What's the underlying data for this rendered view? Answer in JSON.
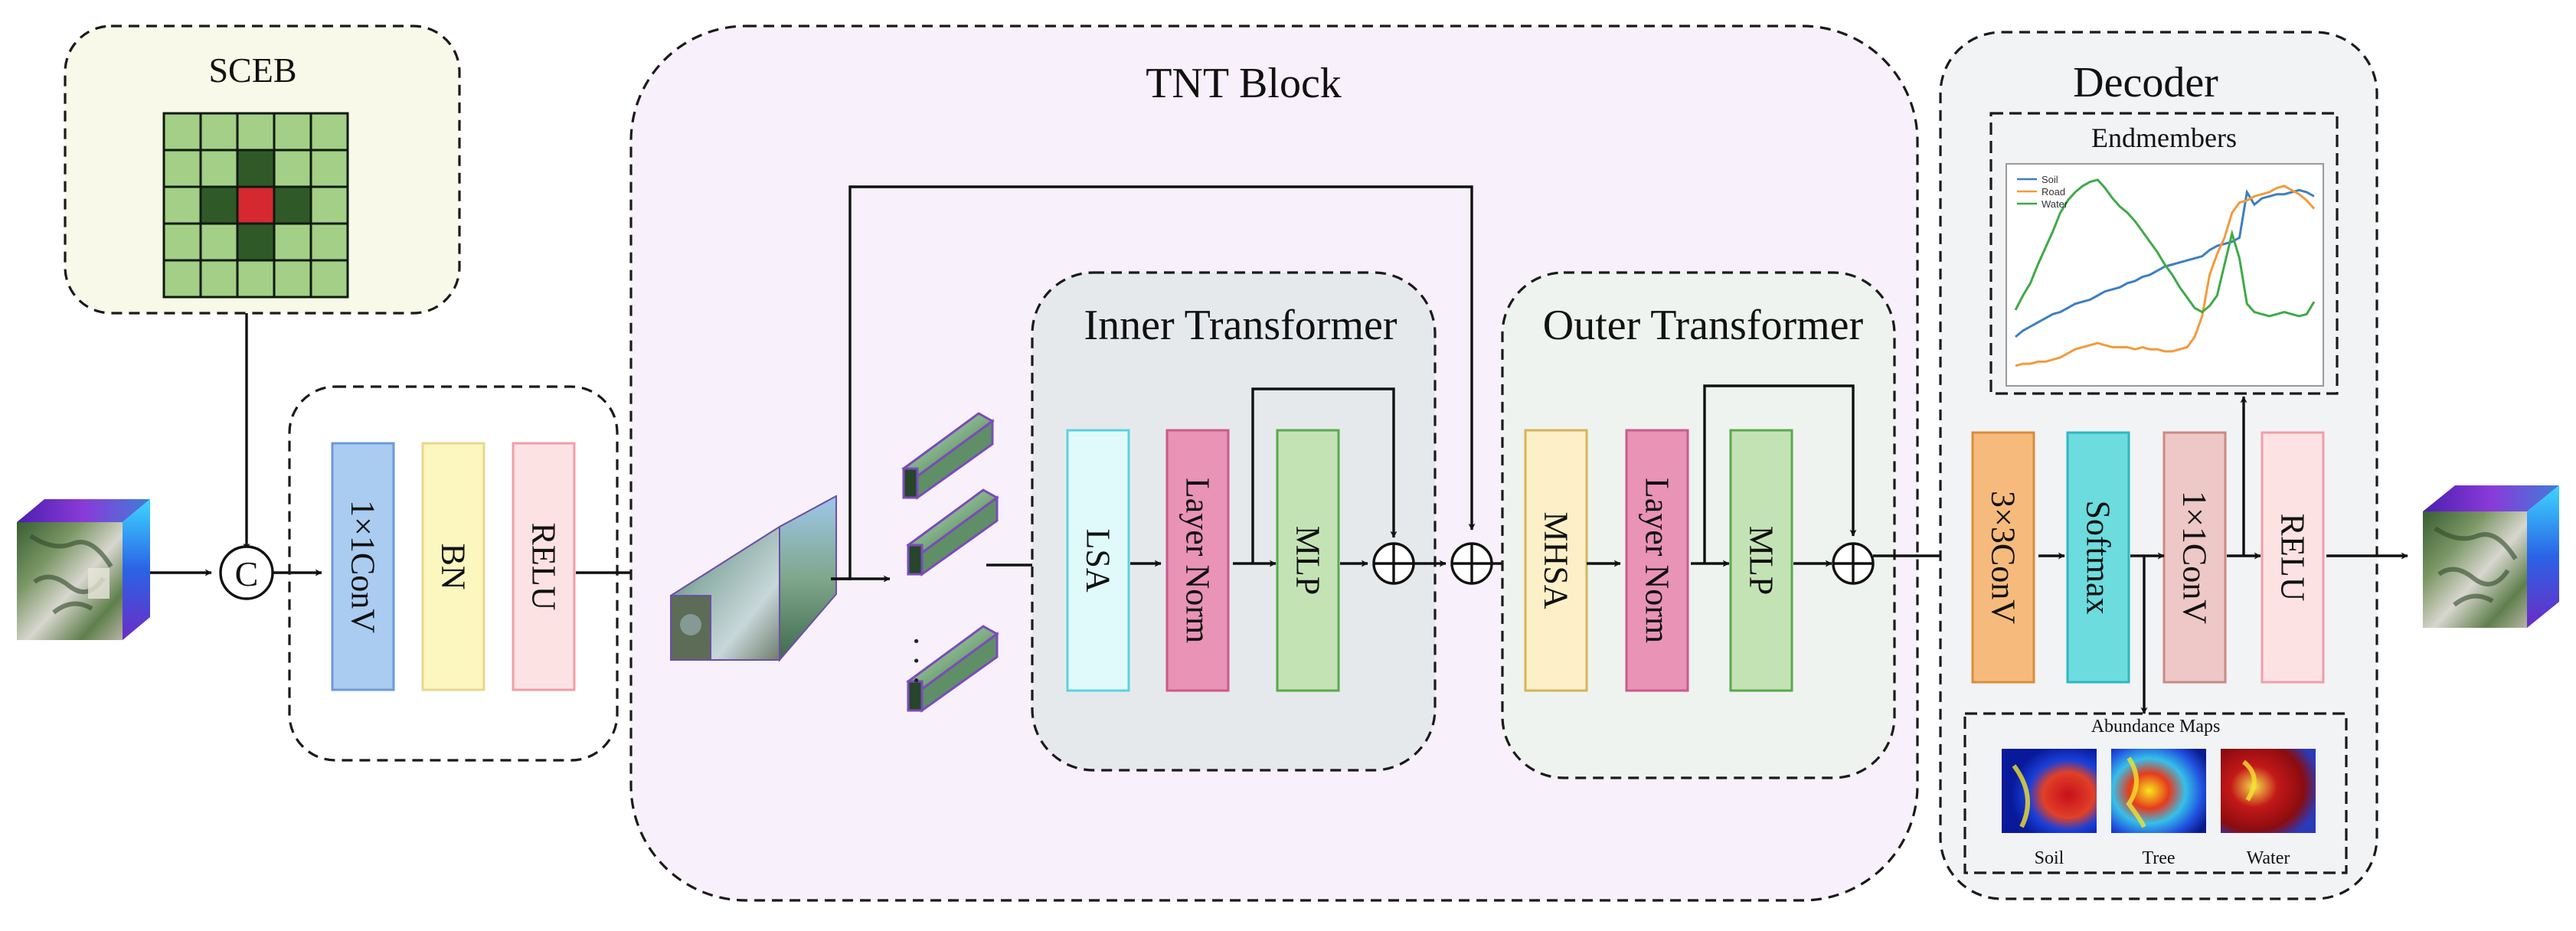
{
  "colors": {
    "sceb_bg": "#f8f9e8",
    "tnt_bg": "#f8f0fb",
    "decoder_bg": "#f2f3f5",
    "inner_bg": "#e6e9ec",
    "outer_bg": "#eef3ef",
    "conv_fill": "#a9ccf0",
    "conv_stroke": "#6d9ad8",
    "bn_fill": "#fcf6bf",
    "bn_stroke": "#e6d98c",
    "relu_fill": "#fde2e4",
    "relu_stroke": "#ef9fa8",
    "lsa_fill": "#e0fafb",
    "lsa_stroke": "#5bd2e0",
    "layernorm_fill": "#e993b6",
    "layernorm_stroke": "#cc5a8c",
    "mlp_fill": "#c4e3b5",
    "mlp_stroke": "#5aa94d",
    "mhsa_fill": "#fdf0c8",
    "mhsa_stroke": "#d8b25a",
    "conv3_fill": "#f6bb7c",
    "conv3_stroke": "#d98c3b",
    "softmax_fill": "#6cdcdf",
    "softmax_stroke": "#2eb8c0",
    "conv1d_fill": "#edc8c6",
    "conv1d_stroke": "#c98a86",
    "grid_light": "#a3cf86",
    "grid_dark": "#2f5a28",
    "grid_center": "#d6282f",
    "series_soil": "#3d7fc1",
    "series_road": "#f39a3c",
    "series_water": "#3faa48"
  },
  "sceb": {
    "title": "SCEB",
    "grid": [
      [
        0,
        0,
        0,
        0,
        0
      ],
      [
        0,
        0,
        1,
        0,
        0
      ],
      [
        0,
        1,
        2,
        1,
        0
      ],
      [
        0,
        0,
        1,
        0,
        0
      ],
      [
        0,
        0,
        0,
        0,
        0
      ]
    ]
  },
  "concat_symbol": "C",
  "stem_blocks": [
    {
      "key": "conv",
      "label": "1×1ConV"
    },
    {
      "key": "bn",
      "label": "BN"
    },
    {
      "key": "relu",
      "label": "RELU"
    }
  ],
  "tnt": {
    "title": "TNT Block",
    "patch_dots": "· · ·",
    "inner": {
      "title": "Inner Transformer",
      "blocks": [
        {
          "key": "lsa",
          "label": "LSA"
        },
        {
          "key": "layernorm",
          "label": "Layer Norm"
        },
        {
          "key": "mlp",
          "label": "MLP"
        }
      ]
    },
    "outer": {
      "title": "Outer Transformer",
      "blocks": [
        {
          "key": "mhsa",
          "label": "MHSA"
        },
        {
          "key": "layernorm",
          "label": "Layer Norm"
        },
        {
          "key": "mlp",
          "label": "MLP"
        }
      ]
    },
    "add_symbol": "+"
  },
  "decoder": {
    "title": "Decoder",
    "blocks": [
      {
        "key": "conv3",
        "label": "3×3ConV"
      },
      {
        "key": "softmax",
        "label": "Softmax"
      },
      {
        "key": "conv1d",
        "label": "1×1ConV"
      },
      {
        "key": "relu",
        "label": "RELU"
      }
    ],
    "endmembers": {
      "title": "Endmembers",
      "legend": [
        "Soil",
        "Road",
        "Water"
      ]
    },
    "abundance": {
      "title": "Abundance Maps",
      "maps": [
        "Soil",
        "Tree",
        "Water"
      ]
    }
  },
  "chart_data": {
    "type": "line",
    "title": "Endmembers",
    "xlabel": "",
    "ylabel": "",
    "x": [
      0,
      1,
      2,
      3,
      4,
      5,
      6,
      7,
      8,
      9,
      10,
      11,
      12,
      13,
      14,
      15,
      16,
      17,
      18,
      19,
      20,
      21,
      22,
      23,
      24,
      25,
      26,
      27,
      28,
      29,
      30,
      31,
      32,
      33,
      34,
      35,
      36,
      37,
      38,
      39,
      40
    ],
    "series": [
      {
        "name": "Soil",
        "values": [
          0.2,
          0.23,
          0.25,
          0.27,
          0.29,
          0.31,
          0.32,
          0.34,
          0.36,
          0.37,
          0.38,
          0.4,
          0.42,
          0.43,
          0.44,
          0.46,
          0.47,
          0.49,
          0.5,
          0.52,
          0.54,
          0.55,
          0.56,
          0.57,
          0.58,
          0.59,
          0.62,
          0.64,
          0.65,
          0.66,
          0.68,
          0.9,
          0.84,
          0.87,
          0.88,
          0.89,
          0.89,
          0.9,
          0.91,
          0.9,
          0.88
        ]
      },
      {
        "name": "Road",
        "values": [
          0.06,
          0.07,
          0.07,
          0.08,
          0.08,
          0.09,
          0.1,
          0.12,
          0.14,
          0.15,
          0.16,
          0.17,
          0.16,
          0.15,
          0.15,
          0.15,
          0.14,
          0.15,
          0.14,
          0.14,
          0.13,
          0.13,
          0.14,
          0.15,
          0.2,
          0.3,
          0.5,
          0.6,
          0.68,
          0.8,
          0.85,
          0.86,
          0.88,
          0.89,
          0.9,
          0.92,
          0.93,
          0.91,
          0.89,
          0.86,
          0.82
        ]
      },
      {
        "name": "Water",
        "values": [
          0.33,
          0.4,
          0.46,
          0.55,
          0.63,
          0.71,
          0.8,
          0.86,
          0.9,
          0.93,
          0.95,
          0.96,
          0.92,
          0.87,
          0.83,
          0.8,
          0.76,
          0.71,
          0.66,
          0.61,
          0.55,
          0.5,
          0.44,
          0.39,
          0.34,
          0.32,
          0.35,
          0.4,
          0.55,
          0.7,
          0.58,
          0.36,
          0.32,
          0.31,
          0.3,
          0.31,
          0.32,
          0.31,
          0.3,
          0.31,
          0.37
        ]
      }
    ],
    "ylim": [
      0,
      1
    ],
    "grid": false,
    "legend": "top-left"
  }
}
